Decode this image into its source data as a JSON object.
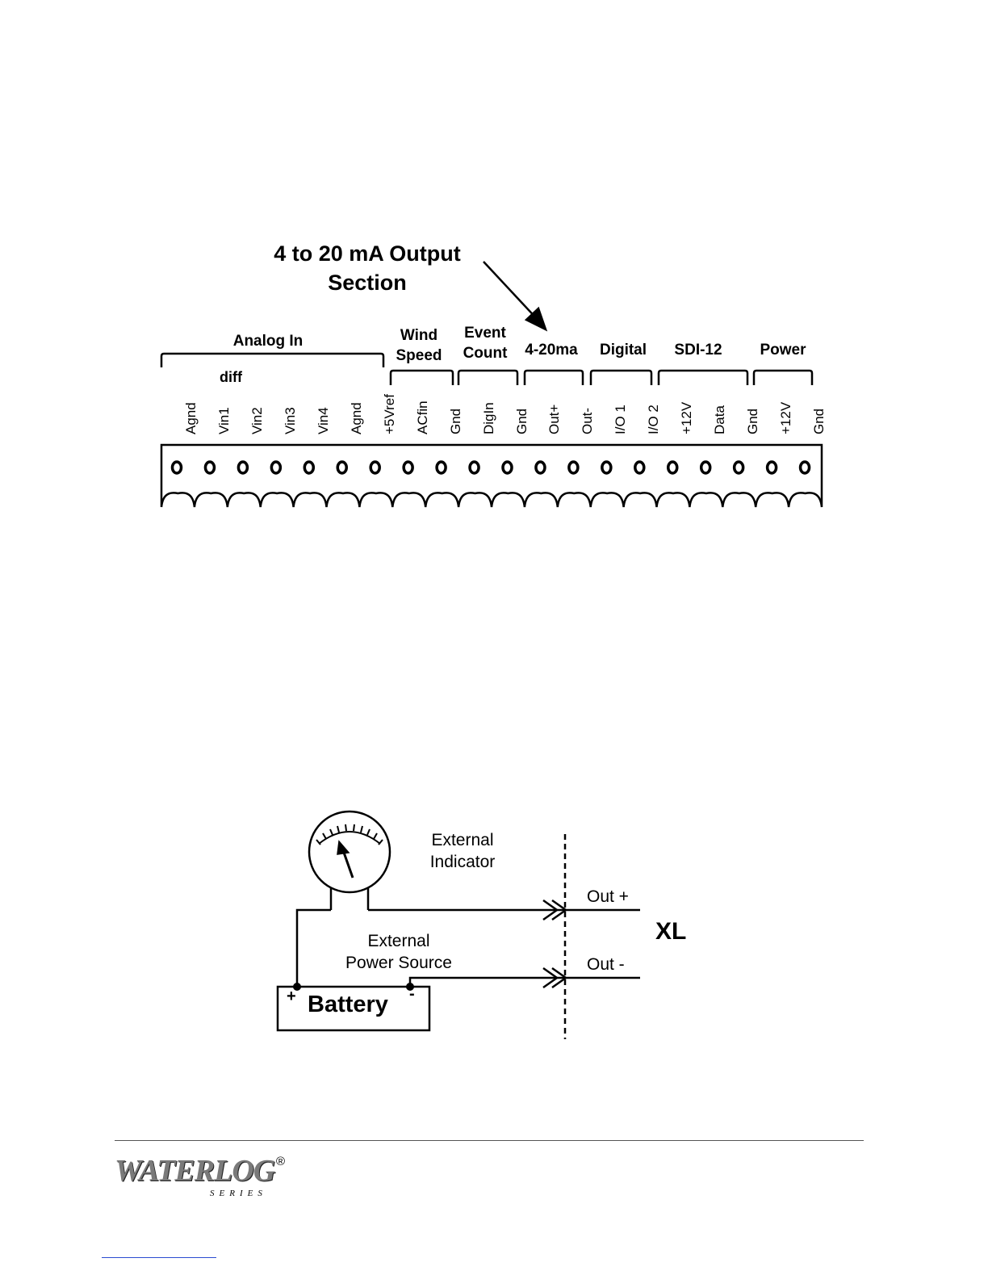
{
  "terminal_diagram": {
    "callout": {
      "line1": "4 to 20 mA Output",
      "line2": "Section"
    },
    "groups": [
      {
        "id": "analog",
        "line1": "Analog In",
        "sub": "diff"
      },
      {
        "id": "wind",
        "line1": "Wind",
        "line2": "Speed"
      },
      {
        "id": "event",
        "line1": "Event",
        "line2": "Count"
      },
      {
        "id": "ma",
        "line1": "4-20ma"
      },
      {
        "id": "digital",
        "line1": "Digital"
      },
      {
        "id": "sdi",
        "line1": "SDI-12"
      },
      {
        "id": "power",
        "line1": "Power"
      }
    ],
    "terminals": [
      "Agnd",
      "Vin1",
      "Vin2",
      "Vin3",
      "Vin4",
      "Agnd",
      "+5Vref",
      "ACfin",
      "Gnd",
      "DigIn",
      "Gnd",
      "Out+",
      "Out-",
      "I/O 1",
      "I/O 2",
      "+12V",
      "Data",
      "Gnd",
      "+12V",
      "Gnd"
    ]
  },
  "wiring_diagram": {
    "indicator_label": {
      "line1": "External",
      "line2": "Indicator"
    },
    "power_label": {
      "line1": "External",
      "line2": "Power Source"
    },
    "battery": {
      "label": "Battery",
      "plus": "+",
      "minus": "-"
    },
    "out_plus": "Out +",
    "out_minus": "Out -",
    "device": "XL"
  },
  "footer": {
    "logo_text": "WATERLOG",
    "logo_series": "SERIES",
    "registered": "®"
  }
}
